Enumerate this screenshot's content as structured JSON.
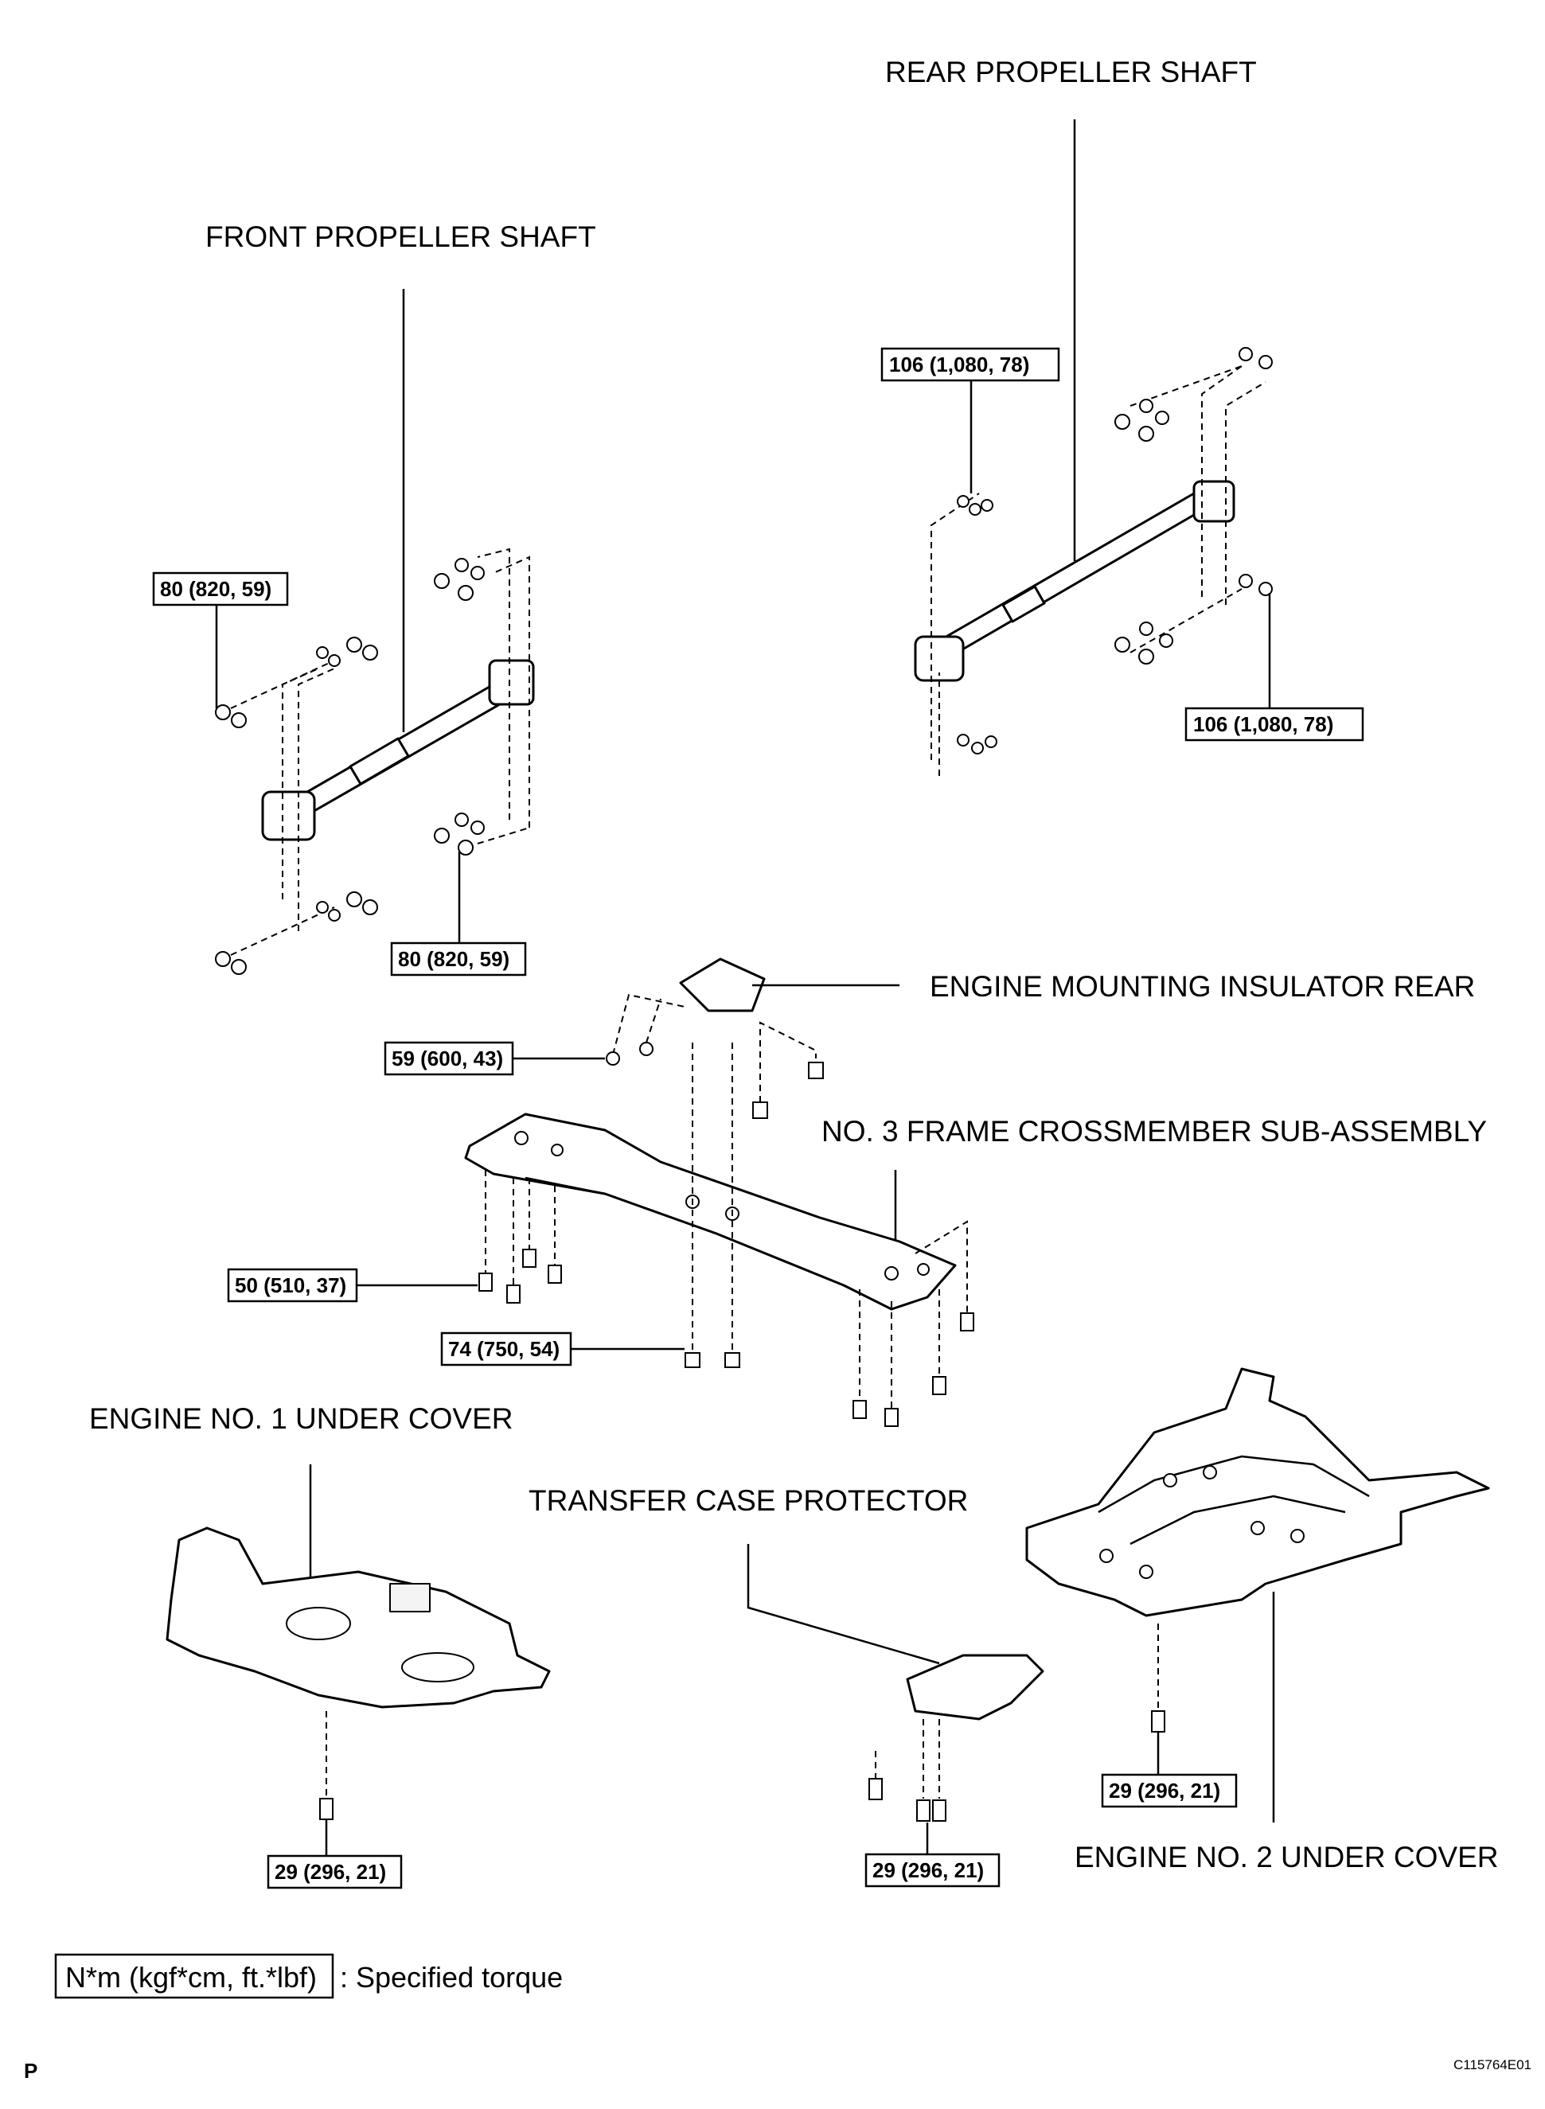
{
  "labels": {
    "rear_shaft": "REAR PROPELLER SHAFT",
    "front_shaft": "FRONT PROPELLER SHAFT",
    "engine_mount": "ENGINE MOUNTING INSULATOR REAR",
    "crossmember": "NO. 3 FRAME CROSSMEMBER SUB-ASSEMBLY",
    "under_cover_1": "ENGINE NO. 1 UNDER COVER",
    "transfer_protector": "TRANSFER CASE PROTECTOR",
    "under_cover_2": "ENGINE NO. 2 UNDER COVER"
  },
  "torques": {
    "rear_top": "106 (1,080, 78)",
    "rear_bottom": "106 (1,080, 78)",
    "front_top": "80 (820, 59)",
    "front_bottom": "80 (820, 59)",
    "mount": "59 (600, 43)",
    "crossmember_bolt": "50 (510, 37)",
    "crossmember_nut": "74 (750, 54)",
    "cover1": "29 (296, 21)",
    "protector": "29 (296, 21)",
    "cover2": "29 (296, 21)"
  },
  "legend": {
    "unit": "N*m (kgf*cm, ft.*lbf)",
    "text": ": Specified torque"
  },
  "footer": {
    "page_marker": "P",
    "figure_code": "C115764E01"
  }
}
